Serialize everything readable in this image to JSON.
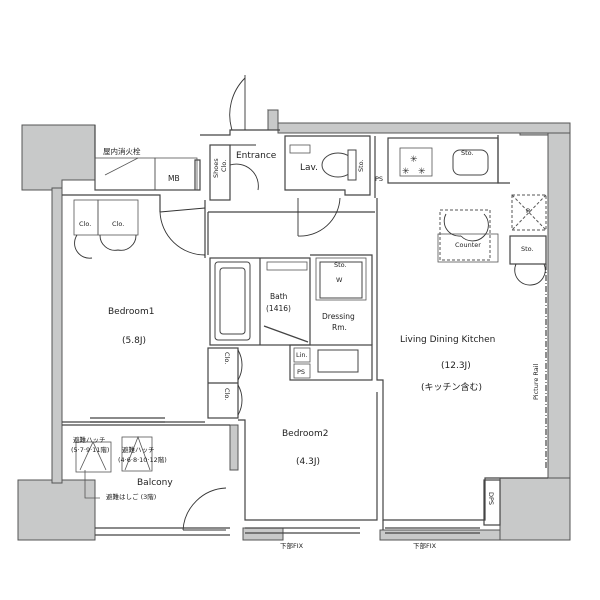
{
  "floorplan": {
    "rooms": {
      "entrance": {
        "label": "Entrance"
      },
      "lav": {
        "label": "Lav."
      },
      "bath": {
        "label": "Bath",
        "size": "(1416)"
      },
      "dressing": {
        "label": "Dressing",
        "label2": "Rm."
      },
      "bedroom1": {
        "label": "Bedroom1",
        "size": "(5.8J)"
      },
      "bedroom2": {
        "label": "Bedroom2",
        "size": "(4.3J)"
      },
      "ldk": {
        "label": "Living Dining Kitchen",
        "size": "(12.3J)",
        "note": "(キッチン含む)"
      },
      "balcony": {
        "label": "Balcony"
      }
    },
    "fixtures": {
      "fire_hydrant": "屋内消火栓",
      "mb": "MB",
      "shoes_clo_line1": "Shoes",
      "shoes_clo_line2": "Clo.",
      "toilet_sto": "Sto.",
      "ps_top": "PS",
      "kitchen_sto": "Sto.",
      "counter": "Counter",
      "fridge": "R",
      "ldk_sto": "Sto.",
      "picture_rail": "Picture Rail",
      "bed1_clo_a": "Clo.",
      "bed1_clo_b": "Clo.",
      "dressing_sto": "Sto.",
      "washer": "W",
      "linen": "Lin.",
      "ps_mid": "PS",
      "bed2_clo_a": "Clo.",
      "bed2_clo_b": "Clo.",
      "dps": "DPS",
      "hatch_a_line1": "避難ハッチ",
      "hatch_a_line2": "(5·7·9·11階)",
      "hatch_b_line1": "避難ハッチ",
      "hatch_b_line2": "(4·6·8·10·12階)",
      "ladder": "避難はしご (3階)",
      "fix_window_left": "下部FIX",
      "fix_window_right": "下部FIX"
    },
    "colors": {
      "wall": "#c8c9c9",
      "line": "#444444",
      "background": "#ffffff"
    }
  }
}
